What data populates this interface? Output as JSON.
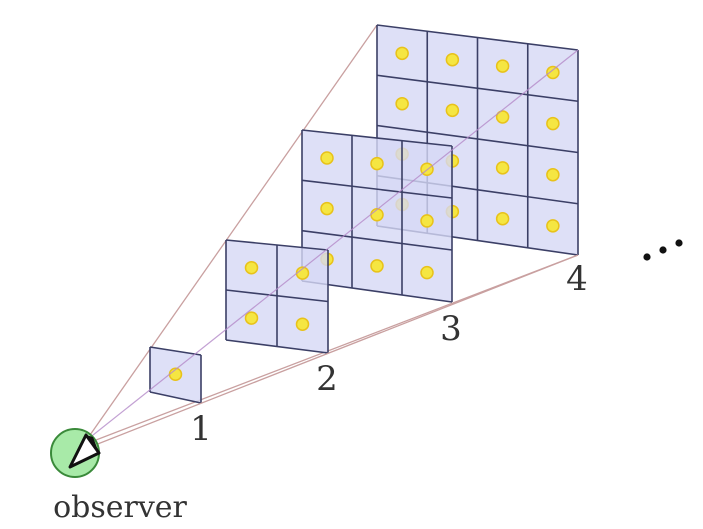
{
  "diagram": {
    "observer_label": "observer",
    "ellipsis": "…",
    "panels": [
      {
        "label": "1",
        "grid": 1
      },
      {
        "label": "2",
        "grid": 2
      },
      {
        "label": "3",
        "grid": 3
      },
      {
        "label": "4",
        "grid": 4
      }
    ],
    "colors": {
      "panel_fill": "#d6d8f5",
      "panel_stroke": "#3b3f66",
      "dot_fill": "#f5e642",
      "dot_stroke": "#e8c21a",
      "ray": "#c9a0a0",
      "center_ray": "#b48ac8",
      "observer_fill": "#a8eaa8",
      "observer_stroke": "#3a8a3a"
    }
  }
}
